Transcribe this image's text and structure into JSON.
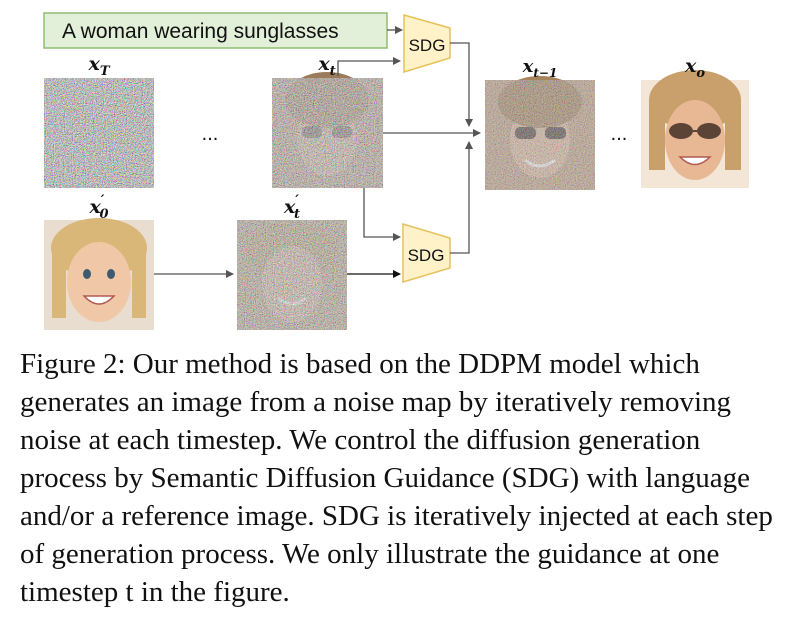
{
  "prompt_box": {
    "text": "A woman wearing sunglasses"
  },
  "sdg_top": {
    "label": "SDG"
  },
  "sdg_bottom": {
    "label": "SDG"
  },
  "labels": {
    "x_T": {
      "base": "x",
      "sub": "T"
    },
    "x_t": {
      "base": "x",
      "sub": "t"
    },
    "x_t_minus_1": {
      "base": "x",
      "sub": "t−1"
    },
    "x_o": {
      "base": "x",
      "sub": "o"
    },
    "x_0_prime": {
      "base": "x",
      "sub": "0",
      "prime": "′"
    },
    "x_t_prime": {
      "base": "x",
      "sub": "t",
      "prime": "′"
    }
  },
  "ellipsis": "...",
  "caption": {
    "text": "Figure 2: Our method is based on the DDPM model which generates an image from a noise map by iteratively removing noise at each timestep. We control the diffusion generation process by Semantic Diffusion Guidance (SDG) with language and/or a reference image. SDG is iteratively injected at each step of generation process. We only illustrate the guidance at one timestep t in the figure."
  },
  "colors": {
    "prompt_fill": "#e2efd9",
    "prompt_stroke": "#8fbf70",
    "sdg_fill": "#fff2c9",
    "sdg_stroke": "#e6c15a",
    "arrow": "#555555",
    "noise_base": "#8a8a8a",
    "skin": "#e8b894",
    "hair": "#c79a5e",
    "bg_face": "#f3e6d6"
  }
}
